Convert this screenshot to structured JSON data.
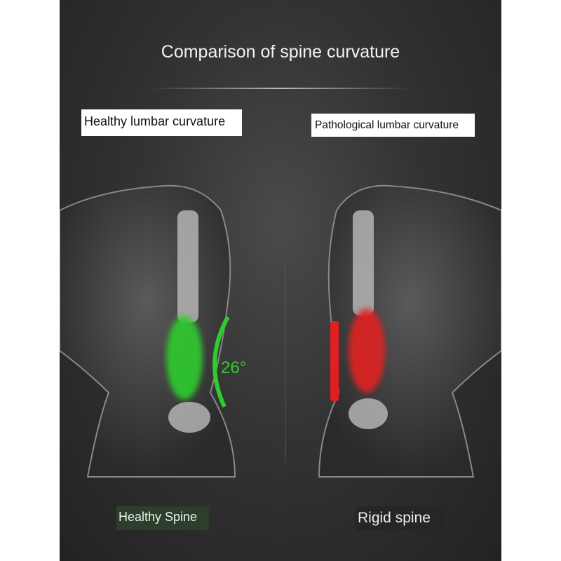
{
  "title": "Comparison of spine curvature",
  "left": {
    "label": "Healthy lumbar curvature",
    "angle": "26°",
    "caption": "Healthy Spine",
    "highlight_color": "#2ecc2e"
  },
  "right": {
    "label": "Pathological lumbar curvature",
    "caption": "Rigid spine",
    "highlight_color": "#e02020"
  }
}
